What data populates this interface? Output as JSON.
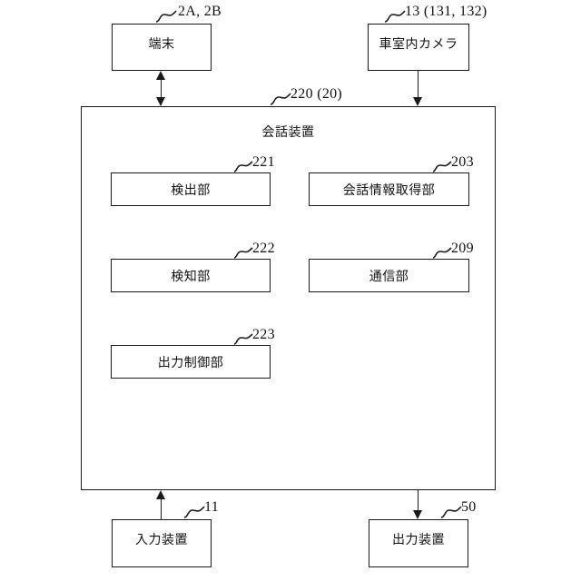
{
  "figure": {
    "type": "patent-block-diagram",
    "language": "ja"
  },
  "main_container": {
    "title": "会話装置",
    "ref": "220 (20)"
  },
  "external_blocks": [
    {
      "id": "terminal",
      "label": "端末",
      "ref": "2A, 2B",
      "position": "top-left",
      "connection": "bidirectional"
    },
    {
      "id": "cabin-camera",
      "label": "車室内カメラ",
      "ref": "13 (131, 132)",
      "position": "top-right",
      "connection": "into-container"
    },
    {
      "id": "input-device",
      "label": "入力装置",
      "ref": "11",
      "position": "bottom-left",
      "connection": "into-container"
    },
    {
      "id": "output-device",
      "label": "出力装置",
      "ref": "50",
      "position": "bottom-right",
      "connection": "from-container"
    }
  ],
  "internal_units": [
    {
      "id": "detection-unit",
      "label": "検出部",
      "ref": "221",
      "column": "left",
      "row": 1
    },
    {
      "id": "conversation-info-unit",
      "label": "会話情報取得部",
      "ref": "203",
      "column": "right",
      "row": 1
    },
    {
      "id": "sensing-unit",
      "label": "検知部",
      "ref": "222",
      "column": "left",
      "row": 2
    },
    {
      "id": "communication-unit",
      "label": "通信部",
      "ref": "209",
      "column": "right",
      "row": 2
    },
    {
      "id": "output-control-unit",
      "label": "出力制御部",
      "ref": "223",
      "column": "left",
      "row": 3
    }
  ],
  "colors": {
    "line": "#1a1a1a",
    "text": "#111111",
    "background": "#ffffff"
  }
}
